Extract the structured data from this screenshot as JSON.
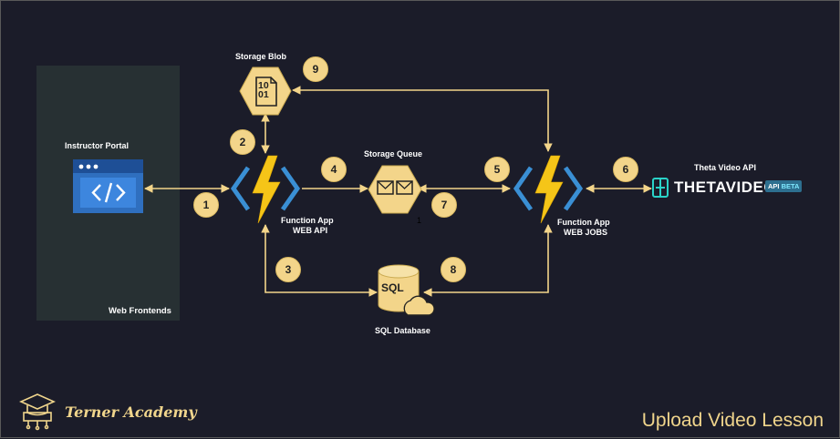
{
  "title": "Upload Video Lesson",
  "brand": {
    "name": "Terner Academy"
  },
  "groups": {
    "web_frontends": "Web Frontends"
  },
  "nodes": {
    "instructor_portal": {
      "label": "Instructor Portal",
      "icon": "browser-code-icon"
    },
    "storage_blob": {
      "label": "Storage Blob",
      "icon_text": "10\n01",
      "icon": "blob-icon"
    },
    "storage_queue": {
      "label": "Storage Queue",
      "icon": "queue-icon",
      "tick": "1"
    },
    "function_web_api": {
      "line1": "Function App",
      "line2": "WEB API",
      "icon": "function-bolt-icon"
    },
    "function_web_jobs": {
      "line1": "Function App",
      "line2": "WEB JOBS",
      "icon": "function-bolt-icon"
    },
    "sql_database": {
      "label": "SQL Database",
      "icon_text": "SQL",
      "icon": "database-icon"
    },
    "theta_api": {
      "label": "Theta Video API",
      "logo_text": "THETAVIDEO",
      "tag_api": "API",
      "tag_beta": "BETA"
    }
  },
  "steps": [
    "1",
    "2",
    "3",
    "4",
    "5",
    "6",
    "7",
    "8",
    "9"
  ],
  "colors": {
    "background": "#1b1c29",
    "accent": "#f3d58a",
    "connector": "#f3d58a",
    "bolt": "#f5c518",
    "function_brackets": "#3a8fd4",
    "hexagon": "#f3d58a"
  }
}
